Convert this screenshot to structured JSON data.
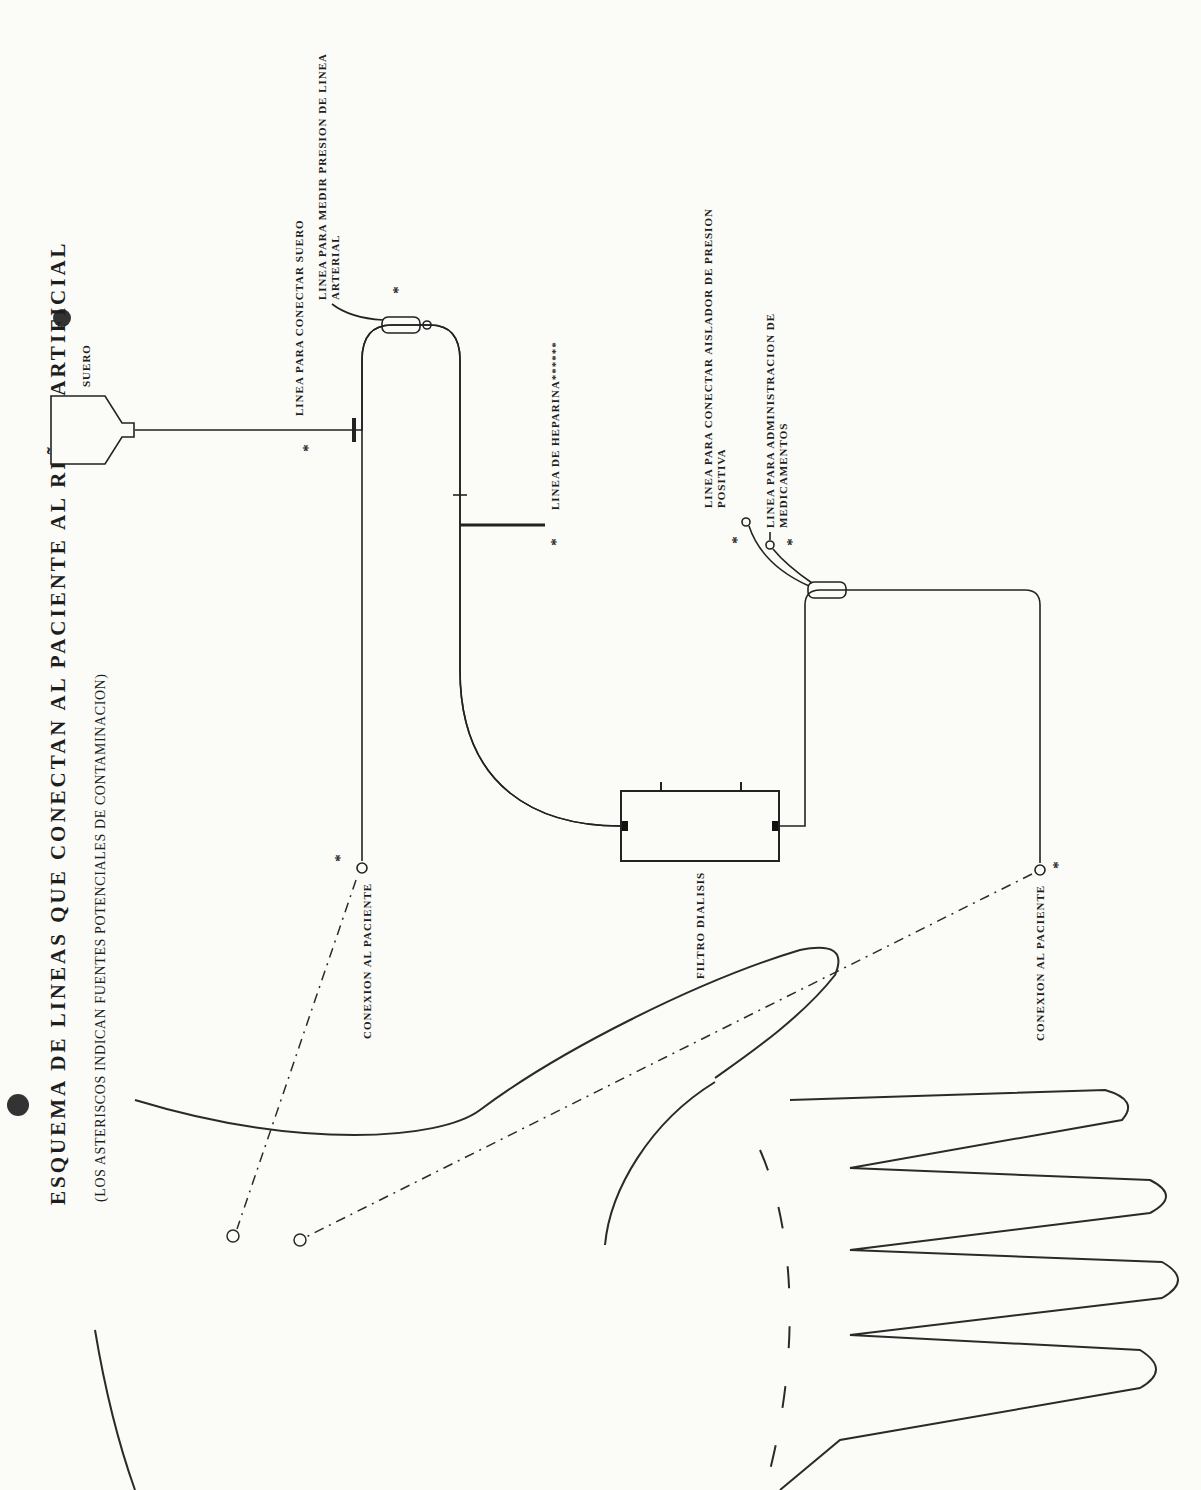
{
  "diagram": {
    "title": "ESQUEMA DE LINEAS QUE CONECTAN AL PACIENTE AL RIÑON ARTIFICIAL",
    "caption": "(LOS ASTERISCOS INDICAN FUENTES POTENCIALES DE CONTAMINACION)",
    "nodes": [
      {
        "text": [
          "SUERO"
        ]
      },
      {
        "text": [
          "CONEXION AL PACIENTE"
        ]
      },
      {
        "text": [
          "FILTRO DIALISIS"
        ]
      },
      {
        "text": [
          "CONEXION AL PACIENTE"
        ]
      }
    ],
    "edges": [
      {
        "from": 1,
        "to": 2,
        "arrow": "none"
      },
      {
        "from": 0,
        "to": 2,
        "arrow": "none"
      },
      {
        "from": 2,
        "to": 3,
        "arrow": "none"
      }
    ],
    "labels": [
      "*",
      "LINEA PARA CONECTAR SUERO",
      "*",
      "LINEA PARA MEDIR PRESION DE LINEA ARTERIAL",
      "*",
      "LINEA DE HEPARINA******",
      "*",
      "LINEA PARA CONECTAR AISLADOR DE PRESION POSITIVA",
      "*",
      "LINEA PARA ADMINISTRACION DE MEDICAMENTOS",
      "*",
      "*"
    ]
  }
}
